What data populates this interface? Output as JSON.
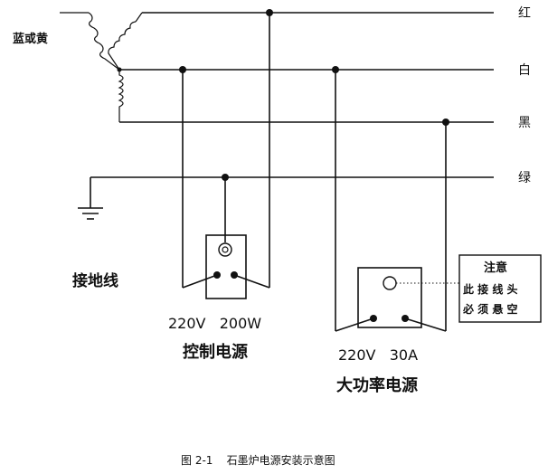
{
  "wire_labels": {
    "red": "红",
    "white": "白",
    "black": "黑",
    "green": "绿"
  },
  "transformer_label": "蓝或黄",
  "ground_label": "接地线",
  "control_box": {
    "ratings": "220V   200W",
    "title": "控制电源"
  },
  "power_box": {
    "ratings": "220V   30A",
    "title": "大功率电源"
  },
  "note_box": {
    "title": "注意",
    "line1": "此 接 线 头",
    "line2": "必 须 悬 空"
  },
  "caption": "图 2-1    石墨炉电源安装示意图"
}
